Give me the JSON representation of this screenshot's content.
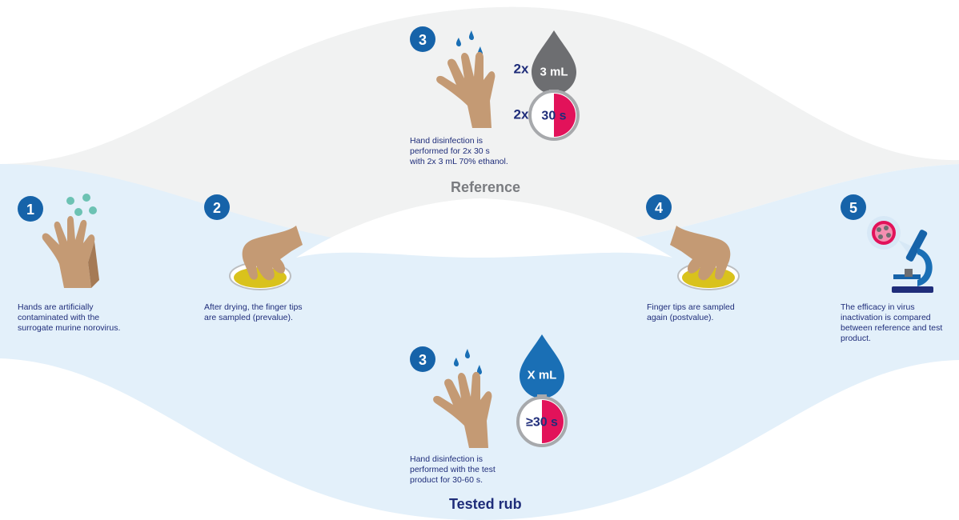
{
  "colors": {
    "navy": "#1f2d7a",
    "step_badge": "#1663a9",
    "band_blue": "#e3f0fa",
    "band_gray": "#f1f2f2",
    "drop_gray": "#6d6e71",
    "drop_blue": "#1a6fb5",
    "timer_red": "#e2125a",
    "skin": "#c49a74",
    "dish_yellow": "#d9c21c",
    "teal_dots": "#6cc2b3"
  },
  "steps": {
    "step1": {
      "number": "1",
      "text": "Hands are artificially\ncontaminated with the\nsurrogate murine norovirus."
    },
    "step2": {
      "number": "2",
      "text": "After drying, the finger tips\nare sampled (prevalue)."
    },
    "step3_reference": {
      "number": "3",
      "multiplier_volume": "2x",
      "volume": "3 mL",
      "multiplier_time": "2x",
      "time": "30 s",
      "text": "Hand disinfection is\nperformed  for 2x 30 s\nwith 2x 3 mL 70% ethanol."
    },
    "step3_test": {
      "number": "3",
      "volume": "X mL",
      "time": "≥30 s",
      "text": "Hand disinfection is\nperformed with the test\nproduct for 30-60 s."
    },
    "step4": {
      "number": "4",
      "text": "Finger tips are sampled\nagain (postvalue)."
    },
    "step5": {
      "number": "5",
      "text": "The efficacy in virus\ninactivation is compared\nbetween reference and test\nproduct."
    }
  },
  "labels": {
    "reference": "Reference",
    "tested_rub": "Tested rub"
  },
  "icons": [
    "hand-contaminated-icon",
    "petri-dish-icon",
    "hand-rub-icon",
    "droplet-icon",
    "stopwatch-icon",
    "microscope-icon"
  ]
}
